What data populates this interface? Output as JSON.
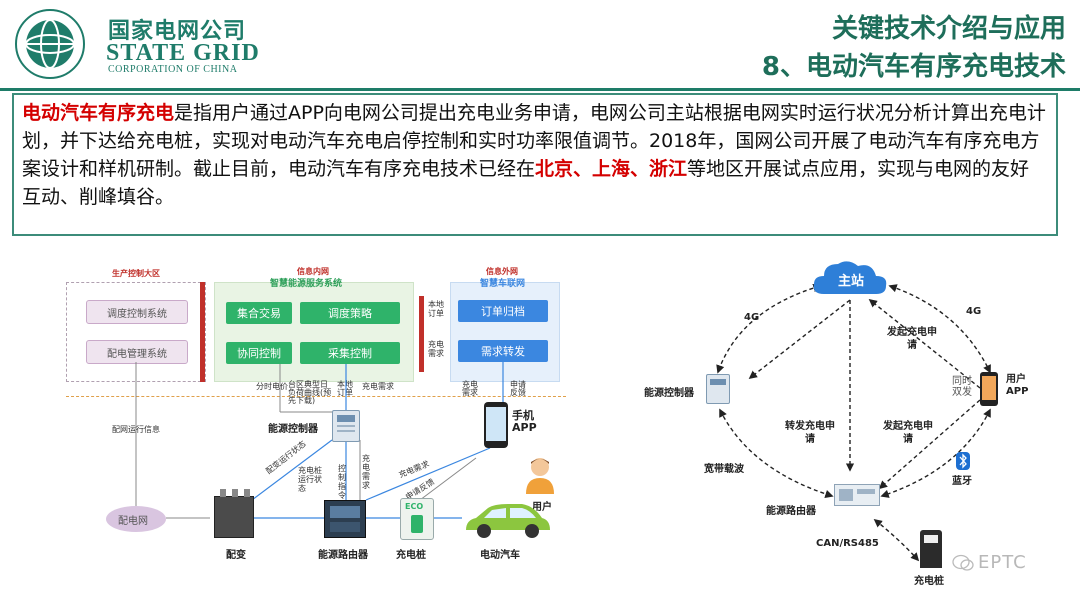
{
  "header": {
    "logo_cn": "国家电网公司",
    "logo_en": "STATE GRID",
    "logo_en_sub": "CORPORATION OF CHINA",
    "title": "关键技术介绍与应用",
    "subtitle": "8、电动汽车有序充电技术"
  },
  "description": {
    "term": "电动汽车有序充电",
    "part1": "是指用户通过APP向电网公司提出充电业务申请，电网公司主站根据电网实时运行状况分析计算出充电计划，并下达给充电桩，实现对电动汽车充电启停控制和实时功率限值调节。2018年，国网公司开展了电动汽车有序充电方案设计和样机研制。截止目前，电动汽车有序充电技术已经在",
    "place1": "北京、上海、浙江",
    "part2": "等地区开展试点应用，实现与电网的友好互动、削峰填谷。"
  },
  "left_diagram": {
    "zone_production": "生产控制大区",
    "zone_info_inner": "信息内网",
    "zone_info_outer": "信息外网",
    "service_system": "智慧能源服务系统",
    "vehicle_network": "智慧车联网",
    "dispatch_system": "调度控制系统",
    "distribution_system": "配电管理系统",
    "service_items": [
      "集合交易",
      "调度策略",
      "协同控制",
      "采集控制"
    ],
    "vehicle_items": [
      "订单归档",
      "需求转发"
    ],
    "local_order": "本地订单",
    "charge_demand": "充电需求",
    "ann_price": "分时电价",
    "ann_curve": "台区典型日负荷曲线(预先下载)",
    "ann_local_order": "本地订单",
    "ann_charge_need": "充电需求",
    "ann_charge_need2": "充电需求",
    "ann_apply_feedback": "申请反馈",
    "dist_run_info": "配网运行信息",
    "energy_controller": "能源控制器",
    "phone_app": "手机APP",
    "user": "用户",
    "ann_dist_status": "配变运行状态",
    "ann_pile_status": "充电桩运行状态",
    "ann_control": "控制指令",
    "ann_charge_status": "充电需求",
    "ann_charge_demand_diag": "充电需求",
    "ann_apply_diag": "申请反馈",
    "grid_node": "配电网",
    "transformer": "配变",
    "router": "能源路由器",
    "charging_pile": "充电桩",
    "ev": "电动汽车",
    "eco": "ECO"
  },
  "right_diagram": {
    "master": "主站",
    "link_4g_left": "4G",
    "link_4g_right": "4G",
    "request_up": "发起充电申请",
    "energy_controller": "能源控制器",
    "user_app": "用户APP",
    "sync": "同时双发",
    "forward": "转发充电申请",
    "request_down": "发起充电申请",
    "bluetooth": "蓝牙",
    "broadband": "宽带载波",
    "router": "能源路由器",
    "bus": "CAN/RS485",
    "pile": "充电桩",
    "watermark": "EPTC"
  },
  "colors": {
    "brand": "#1e6e5a",
    "highlight": "#d40000",
    "service_green": "#2fb36a",
    "vehicle_blue": "#3b87e0"
  }
}
